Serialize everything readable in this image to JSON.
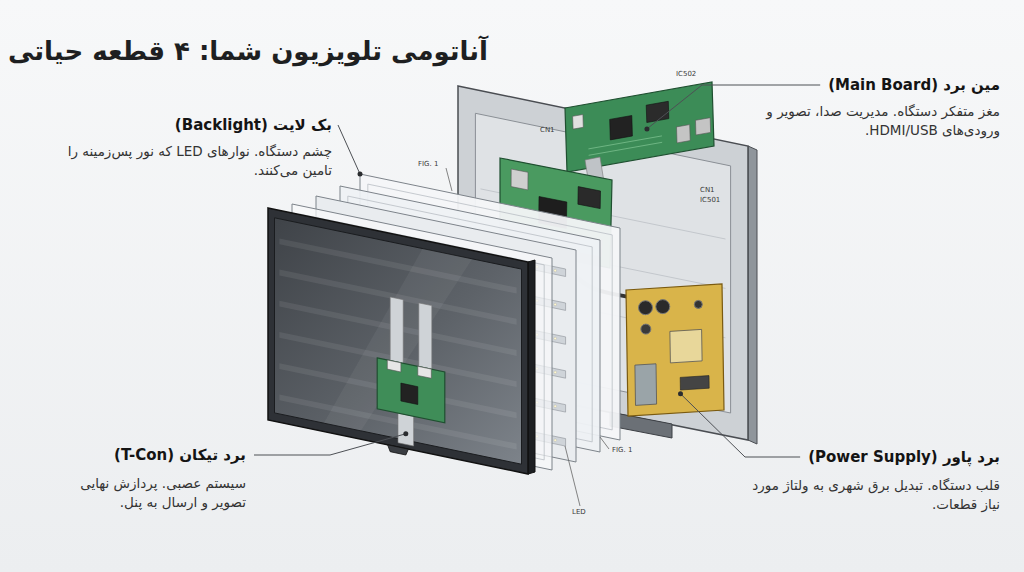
{
  "diagram": {
    "title": "آناتومی تلویزیون شما: ۴ قطعه حیاتی",
    "labels": [
      "مین برد (Main Board)",
      "مغز متفکر دستگاه. مدیریت صدا، تصویر و ورودی‌های HDMI/USB.",
      "بک لایت (Backlight)",
      "چشم دستگاه. نوارهای LED که نور پس‌زمینه را تامین می‌کنند.",
      "CN1",
      "IC502",
      "FIG. 1",
      "CN1",
      "IC501",
      "برد تیکان (T-Con)",
      "سیستم عصبی. پردازش نهایی تصویر و ارسال به پنل.",
      "برد پاور (Power Supply)",
      "قلب دستگاه. تبدیل برق شهری به ولتاژ مورد نیاز قطعات.",
      "FIG. 1",
      "LED"
    ]
  }
}
